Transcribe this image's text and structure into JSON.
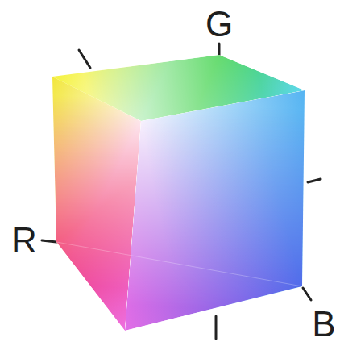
{
  "diagram": {
    "labels": [
      "G",
      "R",
      "B"
    ]
  }
}
